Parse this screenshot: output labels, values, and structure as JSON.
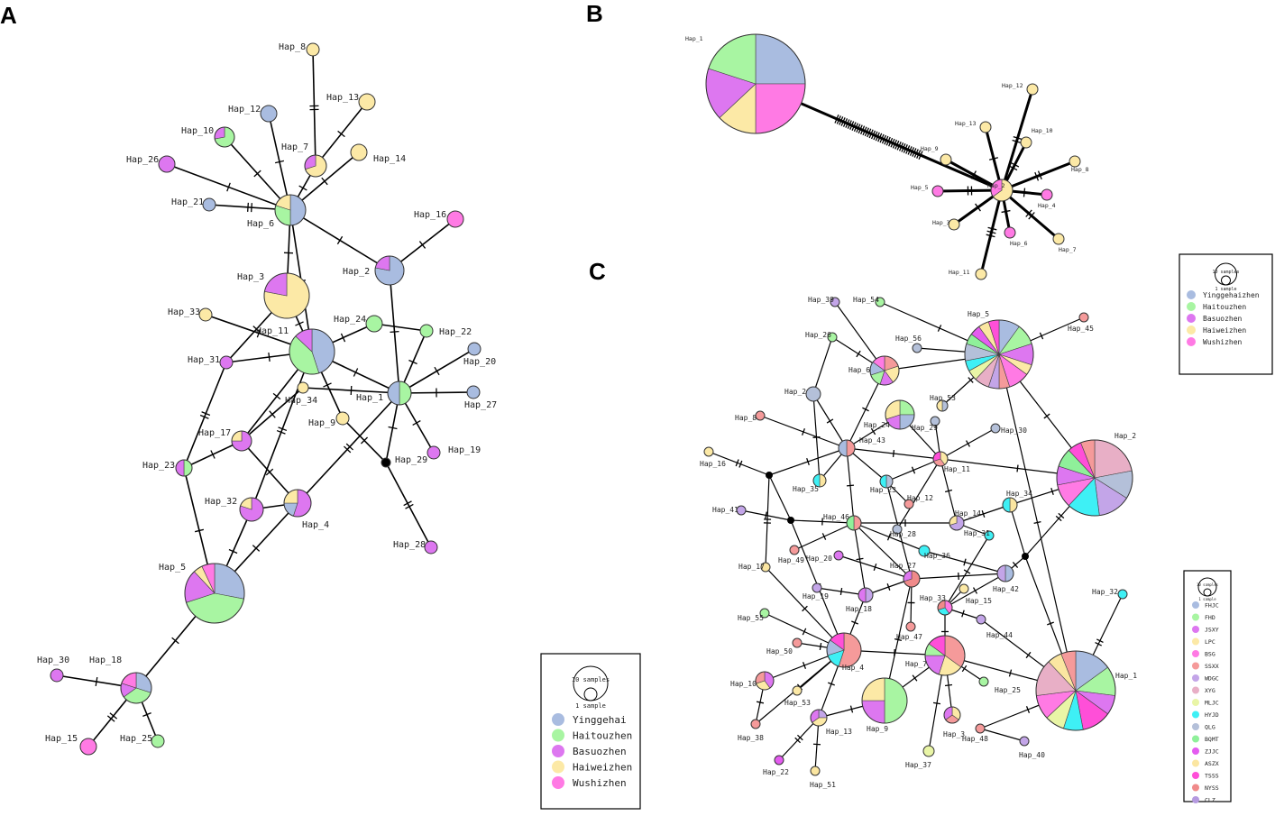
{
  "panels": {
    "A": {
      "letter": "A",
      "legend": {
        "scale_big": "10 samples",
        "scale_small": "1 sample",
        "groups": [
          {
            "name": "Yinggehai",
            "color": "#A9BCE0"
          },
          {
            "name": "Haitouzhen",
            "color": "#A8F5A2"
          },
          {
            "name": "Basuozhen",
            "color": "#DD77F0"
          },
          {
            "name": "Haiweizhen",
            "color": "#FCE9A6"
          },
          {
            "name": "Wushizhen",
            "color": "#FF7AE4"
          }
        ]
      },
      "haplotypes": [
        {
          "label": "Hap_8"
        },
        {
          "label": "Hap_13"
        },
        {
          "label": "Hap_12"
        },
        {
          "label": "Hap_10"
        },
        {
          "label": "Hap_7"
        },
        {
          "label": "Hap_14"
        },
        {
          "label": "Hap_26"
        },
        {
          "label": "Hap_21"
        },
        {
          "label": "Hap_6"
        },
        {
          "label": "Hap_16"
        },
        {
          "label": "Hap_2"
        },
        {
          "label": "Hap_3"
        },
        {
          "label": "Hap_33"
        },
        {
          "label": "Hap_24"
        },
        {
          "label": "Hap_22"
        },
        {
          "label": "Hap_11"
        },
        {
          "label": "Hap_31"
        },
        {
          "label": "Hap_20"
        },
        {
          "label": "Hap_34"
        },
        {
          "label": "Hap_1"
        },
        {
          "label": "Hap_27"
        },
        {
          "label": "Hap_9"
        },
        {
          "label": "Hap_19"
        },
        {
          "label": "Hap_17"
        },
        {
          "label": "Hap_29"
        },
        {
          "label": "Hap_23"
        },
        {
          "label": "Hap_32"
        },
        {
          "label": "Hap_4"
        },
        {
          "label": "Hap_28"
        },
        {
          "label": "Hap_5"
        },
        {
          "label": "Hap_30"
        },
        {
          "label": "Hap_18"
        },
        {
          "label": "Hap_15"
        },
        {
          "label": "Hap_25"
        }
      ]
    },
    "B": {
      "letter": "B",
      "legend": {
        "scale_big": "10 samples",
        "scale_small": "1 sample",
        "groups": [
          {
            "name": "Yinggehaizhen",
            "color": "#A9BCE0"
          },
          {
            "name": "Haitouzhen",
            "color": "#A8F5A2"
          },
          {
            "name": "Basuozhen",
            "color": "#DD77F0"
          },
          {
            "name": "Haiweizhen",
            "color": "#FCE9A6"
          },
          {
            "name": "Wushizhen",
            "color": "#FF7AE4"
          }
        ]
      },
      "haplotypes": [
        {
          "label": "Hap_1"
        },
        {
          "label": "Hap_12"
        },
        {
          "label": "Hap_13"
        },
        {
          "label": "Hap_10"
        },
        {
          "label": "Hap_9"
        },
        {
          "label": "Hap_8"
        },
        {
          "label": "Hap_2"
        },
        {
          "label": "Hap_5"
        },
        {
          "label": "Hap_4"
        },
        {
          "label": "Hap_3"
        },
        {
          "label": "Hap_6"
        },
        {
          "label": "Hap_7"
        },
        {
          "label": "Hap_11"
        }
      ]
    },
    "C": {
      "letter": "C",
      "legend": {
        "scale_big": "10 samples",
        "scale_small": "1 sample",
        "groups": [
          {
            "name": "FHJC",
            "color": "#A9BCE0"
          },
          {
            "name": "FHD",
            "color": "#A8F5A2"
          },
          {
            "name": "JSXY",
            "color": "#DD77F0"
          },
          {
            "name": "LPC",
            "color": "#FCE9A6"
          },
          {
            "name": "BSG",
            "color": "#FF7AE4"
          },
          {
            "name": "SSXX",
            "color": "#F59A9A"
          },
          {
            "name": "WDGC",
            "color": "#C3A5E8"
          },
          {
            "name": "XYG",
            "color": "#E8AFC6"
          },
          {
            "name": "MLJC",
            "color": "#E9F5A6"
          },
          {
            "name": "HYJD",
            "color": "#3EF0F5"
          },
          {
            "name": "QLG",
            "color": "#B4C0D9"
          },
          {
            "name": "BQMT",
            "color": "#8FF09A"
          },
          {
            "name": "ZJJC",
            "color": "#E45CF0"
          },
          {
            "name": "ASZX",
            "color": "#FBE6A1"
          },
          {
            "name": "TSSS",
            "color": "#FF4FD8"
          },
          {
            "name": "NYSS",
            "color": "#F08A8A"
          },
          {
            "name": "CLZ",
            "color": "#B59AE0"
          }
        ]
      },
      "haplotypes": [
        {
          "label": "Hap_39"
        },
        {
          "label": "Hap_54"
        },
        {
          "label": "Hap_5"
        },
        {
          "label": "Hap_45"
        },
        {
          "label": "Hap_26"
        },
        {
          "label": "Hap_56"
        },
        {
          "label": "Hap_6"
        },
        {
          "label": "Hap_2"
        },
        {
          "label": "Hap_53"
        },
        {
          "label": "Hap_24"
        },
        {
          "label": "Hap_29"
        },
        {
          "label": "Hap_8"
        },
        {
          "label": "Hap_43"
        },
        {
          "label": "Hap_30"
        },
        {
          "label": "Hap_16"
        },
        {
          "label": "Hap_11"
        },
        {
          "label": "Hap_35"
        },
        {
          "label": "Hap_23"
        },
        {
          "label": "Hap_34"
        },
        {
          "label": "Hap_12"
        },
        {
          "label": "Hap_41"
        },
        {
          "label": "Hap_46"
        },
        {
          "label": "Hap_28"
        },
        {
          "label": "Hap_14"
        },
        {
          "label": "Hap_31"
        },
        {
          "label": "Hap_36"
        },
        {
          "label": "Hap_49"
        },
        {
          "label": "Hap_20"
        },
        {
          "label": "Hap_17"
        },
        {
          "label": "Hap_27"
        },
        {
          "label": "Hap_42"
        },
        {
          "label": "Hap_32"
        },
        {
          "label": "Hap_19"
        },
        {
          "label": "Hap_18"
        },
        {
          "label": "Hap_33"
        },
        {
          "label": "Hap_15"
        },
        {
          "label": "Hap_55"
        },
        {
          "label": "Hap_47"
        },
        {
          "label": "Hap_44"
        },
        {
          "label": "Hap_50"
        },
        {
          "label": "Hap_7"
        },
        {
          "label": "Hap_4"
        },
        {
          "label": "Hap_1"
        },
        {
          "label": "Hap_10"
        },
        {
          "label": "Hap_25"
        },
        {
          "label": "Hap_53"
        },
        {
          "label": "Hap_9"
        },
        {
          "label": "Hap_3"
        },
        {
          "label": "Hap_48"
        },
        {
          "label": "Hap_38"
        },
        {
          "label": "Hap_13"
        },
        {
          "label": "Hap_40"
        },
        {
          "label": "Hap_37"
        },
        {
          "label": "Hap_22"
        },
        {
          "label": "Hap_51"
        }
      ]
    }
  }
}
